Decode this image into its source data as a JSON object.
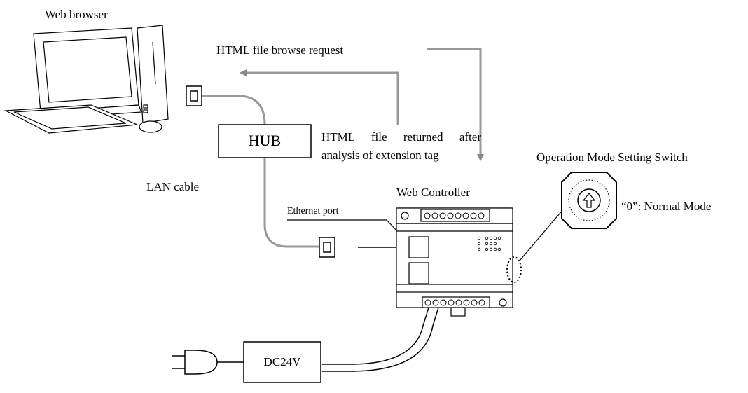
{
  "labels": {
    "web_browser": "Web browser",
    "browse_request": "HTML file browse request",
    "returned_line1": "HTML file returned after",
    "returned_line2": "analysis of extension tag",
    "hub": "HUB",
    "lan_cable": "LAN cable",
    "web_controller": "Web Controller",
    "ethernet_port": "Ethernet port",
    "op_switch": "Operation Mode Setting Switch",
    "normal_mode": "“0”: Normal Mode",
    "dc24v": "DC24V"
  }
}
